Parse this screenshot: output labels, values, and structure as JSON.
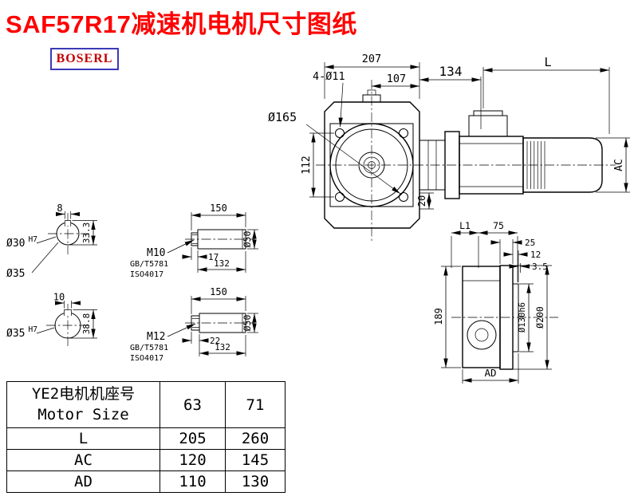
{
  "title": "SAF57R17减速机电机尺寸图纸",
  "logo": "BOSERL",
  "colors": {
    "title_red": "#ff0000",
    "logo_red": "#c40000",
    "logo_border_blue": "#3a3ab8",
    "line_black": "#000000"
  },
  "front_view": {
    "dim_total_width": "207",
    "dim_flange_width": "107",
    "bolt_holes": "4-Ø11",
    "flange_dia": "Ø165",
    "dim_adapter": "134",
    "dim_motor_length": "L",
    "dim_hole_spacing": "112",
    "dim_motor_height": "AC",
    "dim_gap": "20"
  },
  "bore_section_1": {
    "key_width": "8",
    "bore_dia": "Ø30",
    "bore_tol": "H7",
    "keyway_height": "33.3",
    "hub_dia": "Ø35"
  },
  "bore_section_2": {
    "key_width": "10",
    "bore_dia": "Ø35",
    "bore_tol": "H7",
    "keyway_height": "38.8"
  },
  "shaft_detail_1": {
    "length": "150",
    "thread": "M10",
    "std_gb": "GB/T5781",
    "std_iso": "ISO4017",
    "thread_length": "17",
    "body_length": "132",
    "dia": "Ø50"
  },
  "shaft_detail_2": {
    "length": "150",
    "thread": "M12",
    "std_gb": "GB/T5781",
    "std_iso": "ISO4017",
    "thread_length": "22",
    "body_length": "132",
    "dia": "Ø50"
  },
  "side_view": {
    "dim_l1": "L1",
    "dim_75": "75",
    "dim_25": "25",
    "dim_12": "12",
    "dim_3_5": "3.5",
    "dim_height": "189",
    "pilot_dia": "Ø130h6",
    "flange_dia": "Ø200",
    "dim_depth": "AD"
  },
  "table": {
    "header_line1": "YE2电机机座号",
    "header_line2": "Motor Size",
    "sizes": [
      "63",
      "71"
    ],
    "rows": [
      {
        "label": "L",
        "values": [
          "205",
          "260"
        ]
      },
      {
        "label": "AC",
        "values": [
          "120",
          "145"
        ]
      },
      {
        "label": "AD",
        "values": [
          "110",
          "130"
        ]
      }
    ]
  }
}
